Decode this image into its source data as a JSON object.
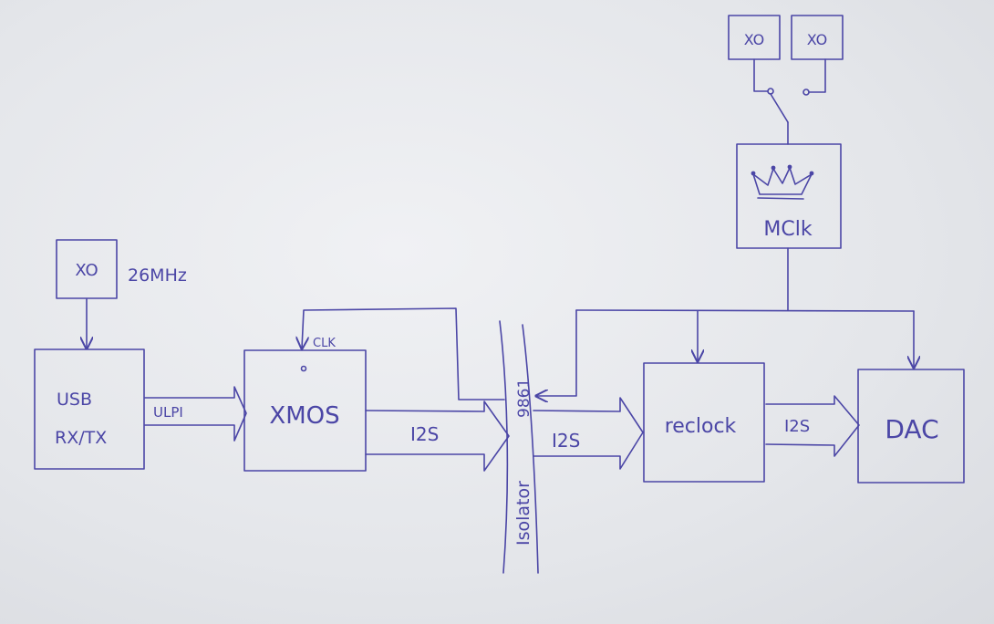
{
  "blocks": {
    "xo_usb": "XO",
    "xo_usb_freq": "26MHz",
    "usb_line1": "USB",
    "usb_line2": "RX/TX",
    "xmos": "XMOS",
    "clk": "CLK",
    "isolator": "Isolator",
    "isolator_part": "9861",
    "reclock": "reclock",
    "dac": "DAC",
    "mclk": "MClk",
    "xo_top_left": "XO",
    "xo_top_right": "XO"
  },
  "signals": {
    "ulpi": "ULPI",
    "i2s_1": "I2S",
    "i2s_2": "I2S",
    "i2s_3": "I2S"
  },
  "colors": {
    "ink": "#4b46a6",
    "paper": "#e6e8ec"
  },
  "icons": {
    "mclk_symbol": "crown-icon"
  }
}
